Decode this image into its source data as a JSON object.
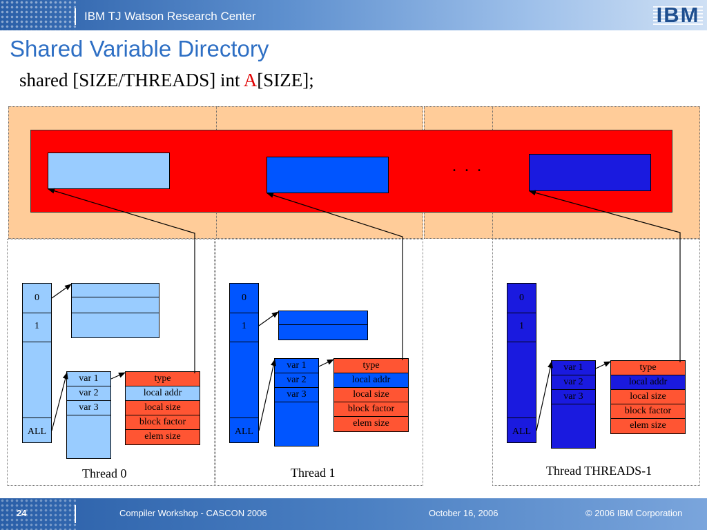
{
  "header": {
    "center_name": "IBM TJ Watson Research Center",
    "logo_text": "IBM"
  },
  "slide": {
    "title": "Shared Variable Directory",
    "declaration_pre": "shared [SIZE/THREADS] int ",
    "declaration_var": "A",
    "declaration_post": "[SIZE];"
  },
  "ellipsis": ". . .",
  "threads": [
    {
      "label": "Thread 0",
      "dir_top": "0",
      "dir_mid": "1",
      "dir_bottom": "ALL",
      "vars": [
        "var 1",
        "var 2",
        "var 3"
      ],
      "fields": [
        "type",
        "local addr",
        "local size",
        "block factor",
        "elem size"
      ]
    },
    {
      "label": "Thread 1",
      "dir_top": "0",
      "dir_mid": "1",
      "dir_bottom": "ALL",
      "vars": [
        "var 1",
        "var 2",
        "var 3"
      ],
      "fields": [
        "type",
        "local addr",
        "local size",
        "block factor",
        "elem size"
      ]
    },
    {
      "label": "Thread THREADS-1",
      "dir_top": "0",
      "dir_mid": "1",
      "dir_bottom": "ALL",
      "vars": [
        "var 1",
        "var 2",
        "var 3"
      ],
      "fields": [
        "type",
        "local addr",
        "local size",
        "block factor",
        "elem size"
      ]
    }
  ],
  "colors": {
    "shared_region": "#ffcc99",
    "array": "#ff0000",
    "thread0": "#99ccff",
    "thread1": "#0055ff",
    "threadN": "#1a1adf",
    "field": "#ff5533",
    "title": "#2e6fc4"
  },
  "footer": {
    "page": "24",
    "event": "Compiler Workshop - CASCON 2006",
    "date": "October 16, 2006",
    "copyright": "© 2006 IBM Corporation"
  }
}
